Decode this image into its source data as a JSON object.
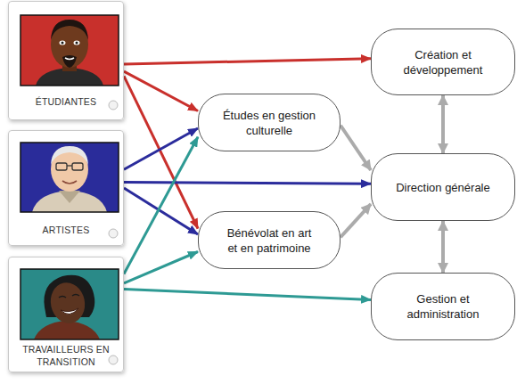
{
  "diagram": {
    "nodes": [
      {
        "text": [
          "ÉTUDIANTES"
        ]
      },
      {
        "text": [
          "ARTISTES"
        ]
      },
      {
        "text": [
          "TRAVAILLEURS EN TRANSITION"
        ]
      },
      {
        "text": [
          "Études en gestion culturelle"
        ]
      },
      {
        "text": [
          "Bénévolat en art et en patrimoine"
        ]
      },
      {
        "text": [
          "Création et développement"
        ]
      },
      {
        "text": [
          "Direction générale"
        ]
      },
      {
        "text": [
          "Gestion et administration"
        ]
      }
    ],
    "edges": [
      {
        "from": 0,
        "to": 5,
        "arrow": "to"
      },
      {
        "from": 0,
        "to": 3,
        "arrow": "to"
      },
      {
        "from": 0,
        "to": 4,
        "arrow": "to"
      },
      {
        "from": 1,
        "to": 3,
        "arrow": "to"
      },
      {
        "from": 1,
        "to": 6,
        "arrow": "to"
      },
      {
        "from": 1,
        "to": 4,
        "arrow": "to"
      },
      {
        "from": 2,
        "to": 3,
        "arrow": "to"
      },
      {
        "from": 2,
        "to": 4,
        "arrow": "to"
      },
      {
        "from": 2,
        "to": 7,
        "arrow": "to"
      },
      {
        "from": 3,
        "to": 6,
        "arrow": "to"
      },
      {
        "from": 4,
        "to": 6,
        "arrow": "to"
      },
      {
        "from": 5,
        "to": 6,
        "arrow": "both"
      },
      {
        "from": 6,
        "to": 7,
        "arrow": "both"
      }
    ]
  }
}
